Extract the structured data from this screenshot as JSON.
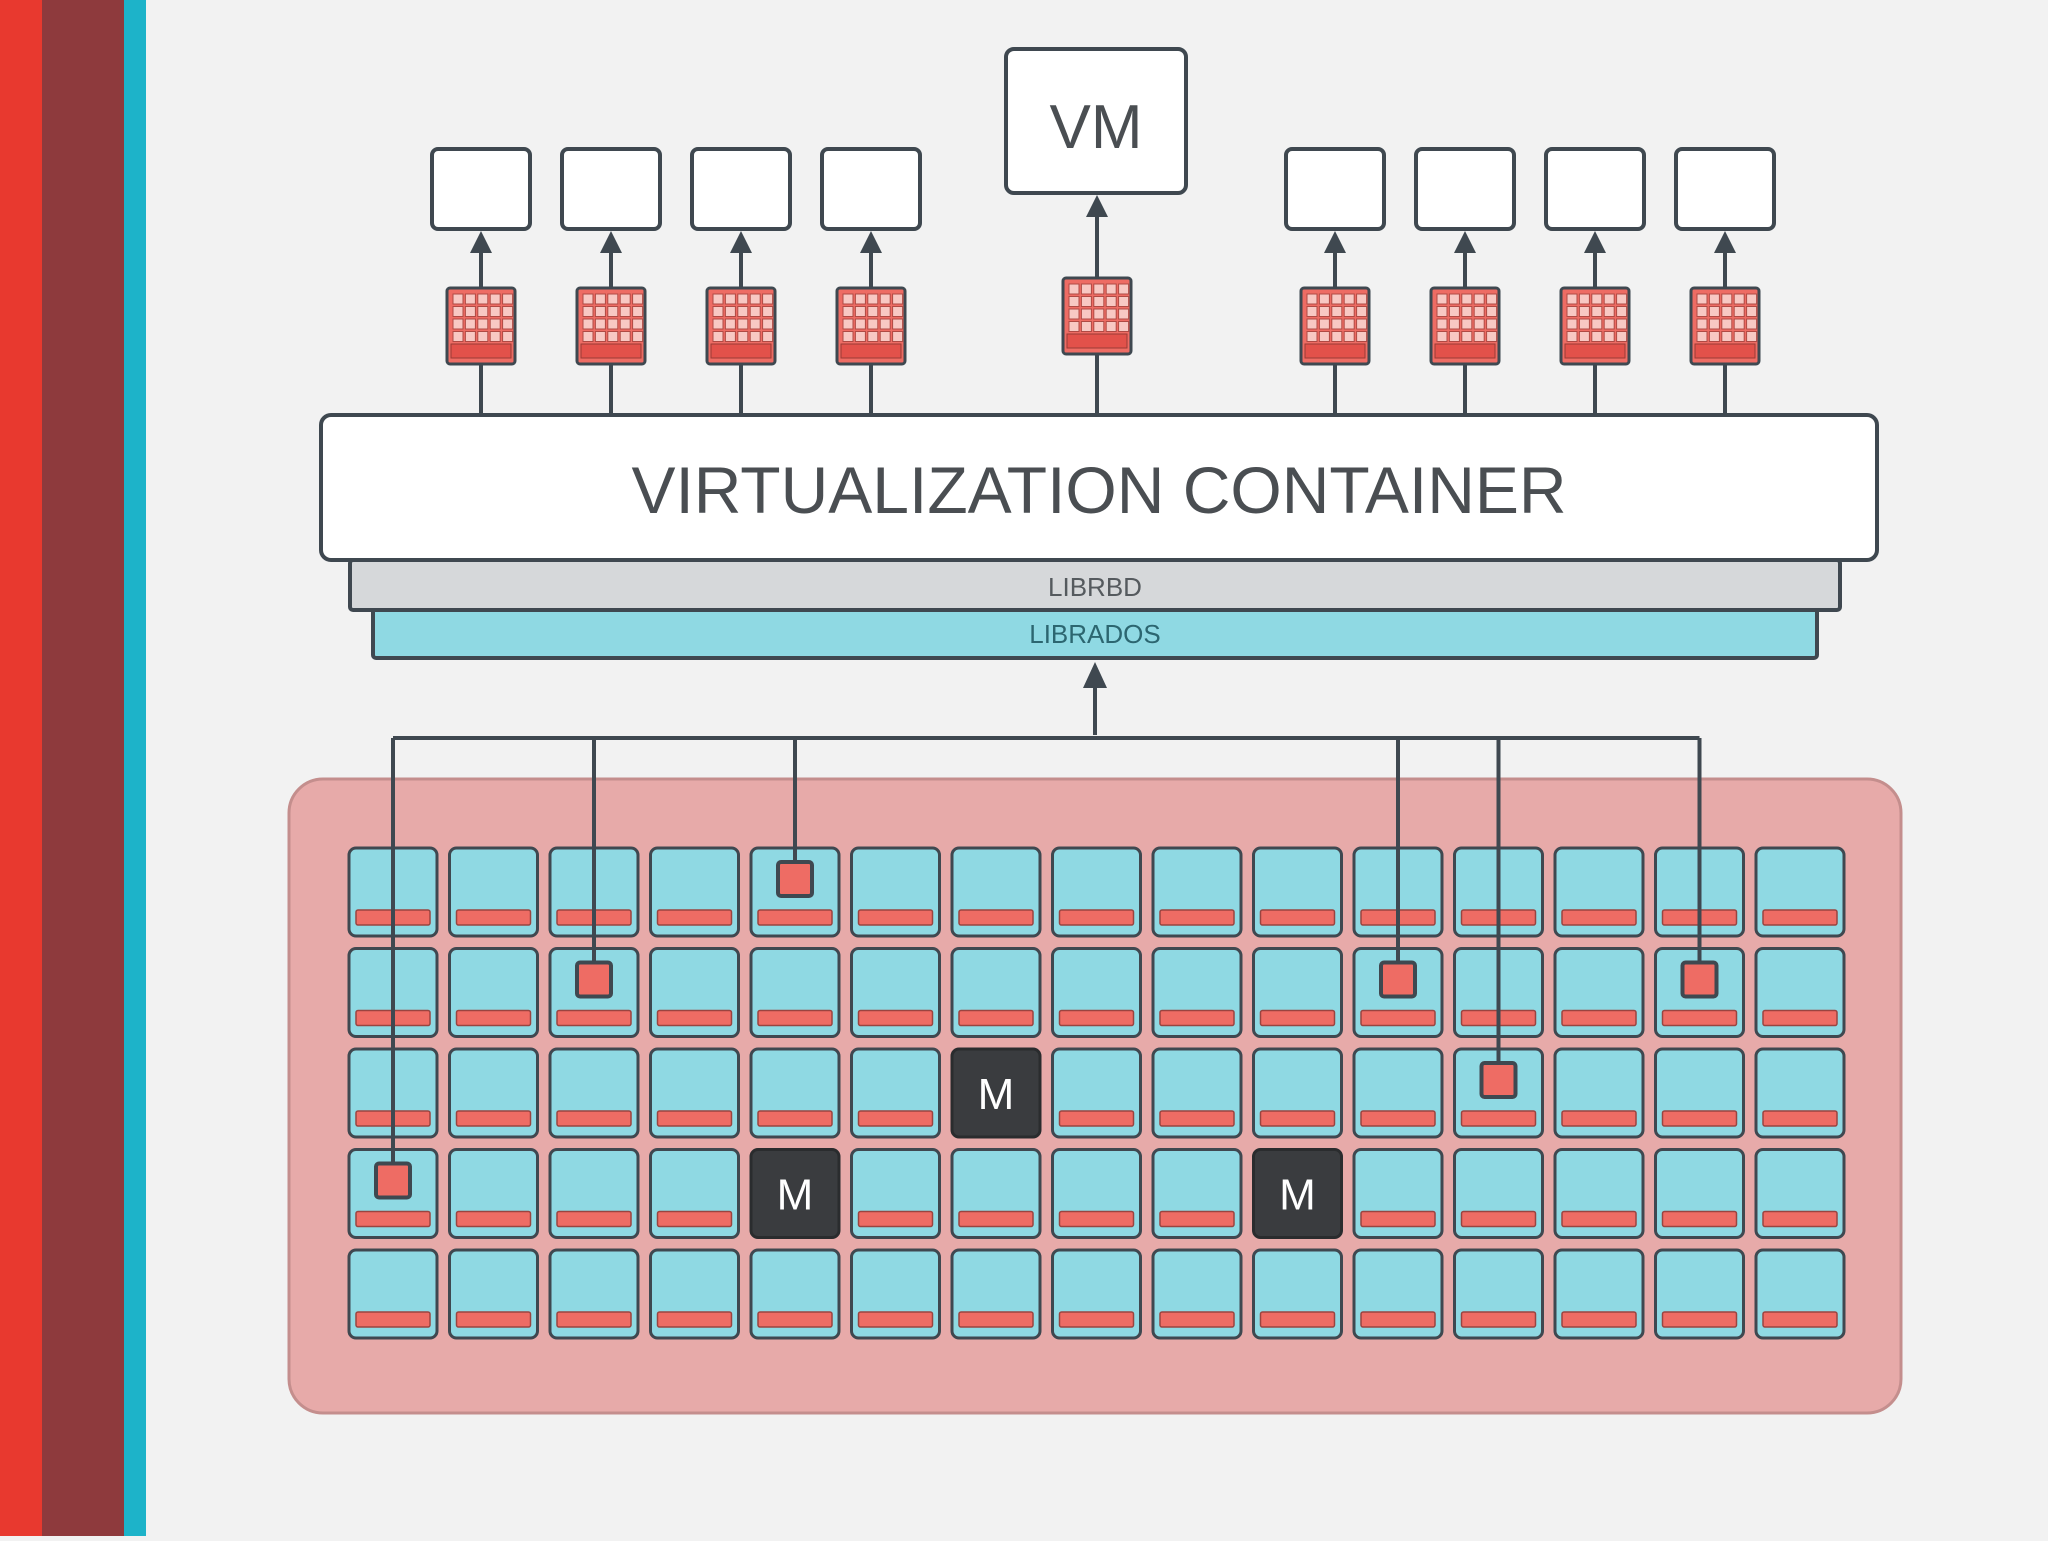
{
  "diagram": {
    "vm_label": "VM",
    "container_label": "VIRTUALIZATION CONTAINER",
    "librbd_label": "LIBRBD",
    "librados_label": "LIBRADOS",
    "monitor_label": "M",
    "cluster": {
      "rows": 5,
      "cols": 15,
      "monitors": [
        [
          2,
          6
        ],
        [
          3,
          4
        ],
        [
          3,
          9
        ]
      ],
      "object_markers": [
        [
          0,
          4
        ],
        [
          1,
          2
        ],
        [
          1,
          10
        ],
        [
          1,
          13
        ],
        [
          2,
          11
        ],
        [
          3,
          0
        ]
      ]
    },
    "vm_slots": {
      "left_count": 4,
      "right_count": 4
    }
  },
  "colors": {
    "background": "#f2f2f2",
    "stripe_red": "#e8392f",
    "stripe_dark": "#8e3a3d",
    "stripe_teal": "#1db3c9",
    "cluster_bg": "#e7aaa9",
    "osd_fill": "#8fd9e3",
    "osd_bar": "#ee6c64",
    "monitor_fill": "#3a3c3f",
    "outline": "#3f4850",
    "librbd_fill": "#d6d8da",
    "librados_fill": "#8fd9e3",
    "box_fill": "#ffffff",
    "text_dark": "#4a4e52"
  }
}
